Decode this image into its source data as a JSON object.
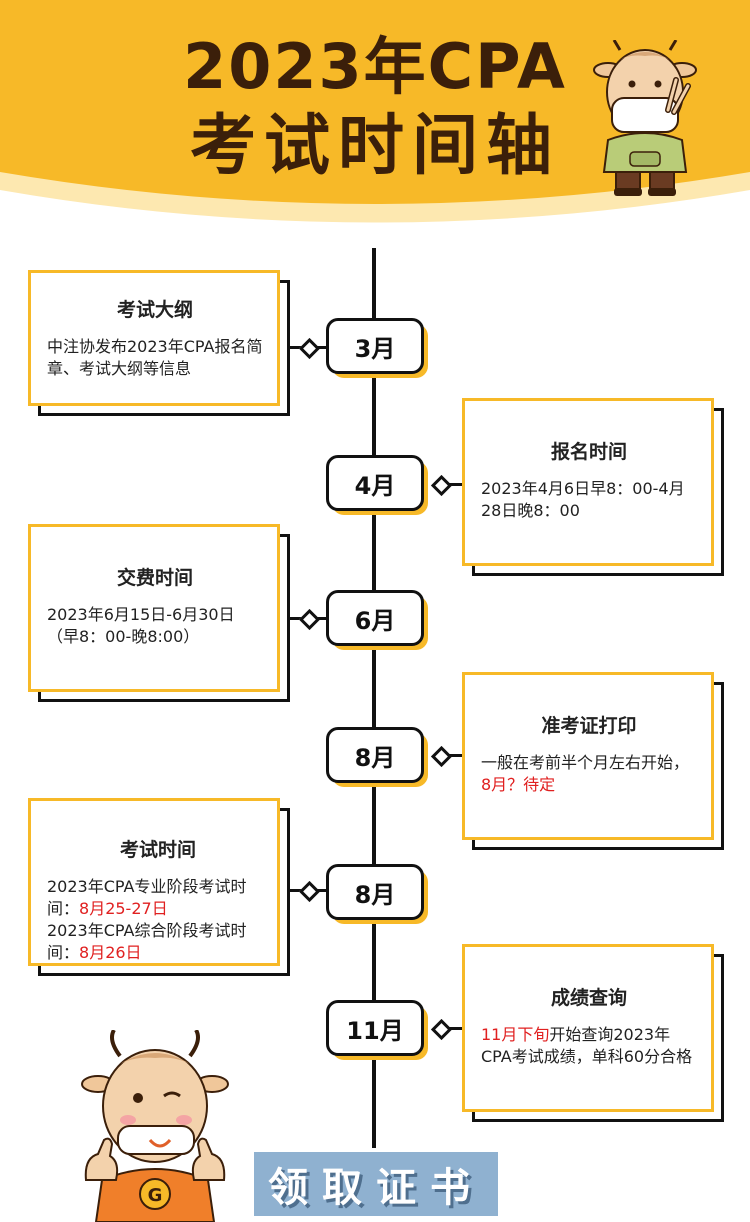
{
  "header": {
    "title_line1": "2023年CPA",
    "title_line2": "考试时间轴"
  },
  "colors": {
    "accent": "#f7b928",
    "highlight": "#e02020",
    "title": "#3b1f0a",
    "cta": "#8fb1d0"
  },
  "timeline": [
    {
      "month": "3月",
      "card_title": "考试大纲",
      "text_plain": "中注协发布2023年CPA报名简章、考试大纲等信息"
    },
    {
      "month": "4月",
      "card_title": "报名时间",
      "text_red": "2023年4月6日早8：00-4月28日晚8：00"
    },
    {
      "month": "6月",
      "card_title": "交费时间",
      "text_red_1": "2023年6月15日-6月30日",
      "text_red_2": "（早8：00-晚8:00）"
    },
    {
      "month": "8月",
      "card_title": "准考证打印",
      "text_plain": "一般在考前半个月左右开始，",
      "text_red": "8月？待定"
    },
    {
      "month": "8月",
      "card_title": "考试时间",
      "line1_plain": "2023年CPA专业阶段考试时间：",
      "line1_red": "8月25-27日",
      "line2_plain": "2023年CPA综合阶段考试时间：",
      "line2_red": "8月26日"
    },
    {
      "month": "11月",
      "card_title": "成绩查询",
      "text_red": "11月下旬",
      "text_plain": "开始查询2023年CPA考试成绩，单科60分合格"
    }
  ],
  "cta": {
    "label": "领取证书"
  },
  "mascot_bottom": {
    "badge": "G"
  }
}
